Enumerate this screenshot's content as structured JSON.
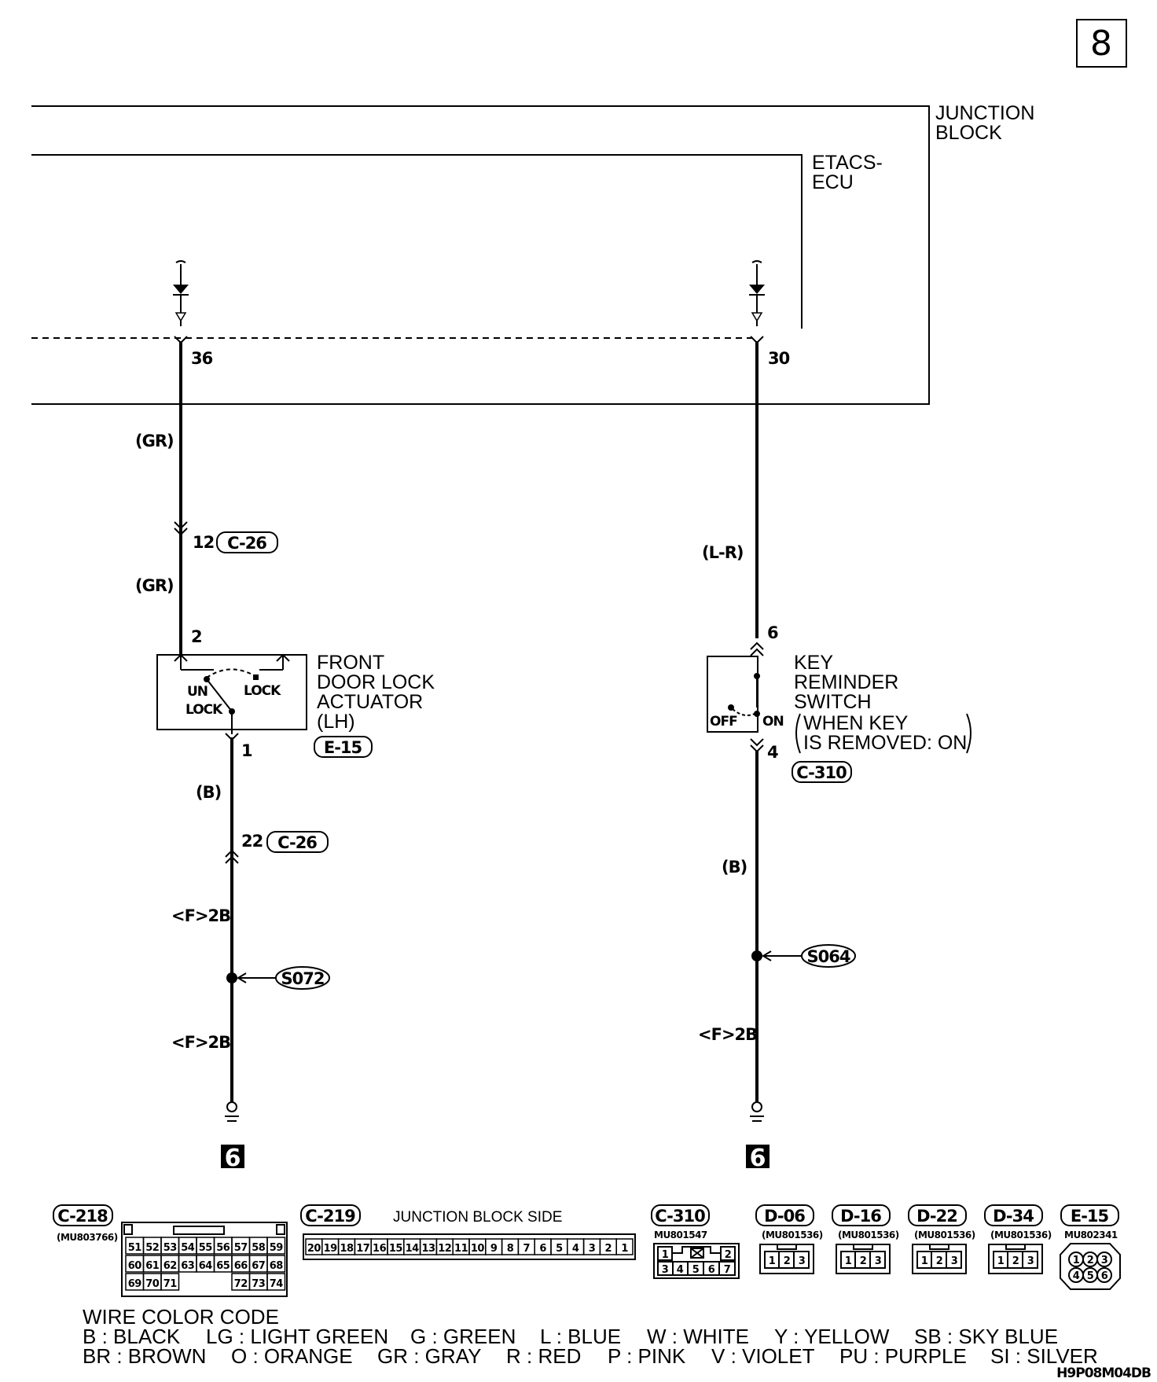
{
  "page_number": "8",
  "blocks": {
    "junction_block": [
      "JUNCTION",
      "BLOCK"
    ],
    "etacs_ecu": [
      "ETACS-",
      "ECU"
    ]
  },
  "left_circuit": {
    "ecu_pin": "36",
    "wire_color_1": "(GR)",
    "connector_pin_1": "12",
    "connector_1": "C-26",
    "wire_color_2": "(GR)",
    "actuator_pin_in": "2",
    "actuator_name": [
      "FRONT",
      "DOOR LOCK",
      "ACTUATOR",
      "(LH)"
    ],
    "actuator_connector": "E-15",
    "unlock_label": [
      "UN",
      "LOCK"
    ],
    "lock_label": "LOCK",
    "actuator_pin_out": "1",
    "wire_color_3": "(B)",
    "connector_pin_2": "22",
    "connector_2": "C-26",
    "wire_color_4": "<F>2B",
    "splice": "S072",
    "wire_color_5": "<F>2B",
    "ground": "6"
  },
  "right_circuit": {
    "ecu_pin": "30",
    "wire_color_1": "(L-R)",
    "switch_pin_in": "6",
    "switch_name": [
      "KEY",
      "REMINDER",
      "SWITCH"
    ],
    "switch_note": [
      "WHEN KEY",
      "IS REMOVED: ON"
    ],
    "off_label": "OFF",
    "on_label": "ON",
    "switch_pin_out": "4",
    "switch_connector": "C-310",
    "wire_color_2": "(B)",
    "splice": "S064",
    "wire_color_3": "<F>2B",
    "ground": "6"
  },
  "connectors": [
    {
      "id": "C-218",
      "part": "(MU803766)",
      "pins": [
        [
          "51",
          "52",
          "53",
          "54",
          "55",
          "56",
          "57",
          "58",
          "59"
        ],
        [
          "60",
          "61",
          "62",
          "63",
          "64",
          "65",
          "66",
          "67",
          "68"
        ],
        [
          "69",
          "70",
          "71",
          "",
          "",
          "",
          "72",
          "73",
          "74"
        ]
      ]
    },
    {
      "id": "C-219",
      "note": "JUNCTION BLOCK SIDE",
      "pins": [
        "20",
        "19",
        "18",
        "17",
        "16",
        "15",
        "14",
        "13",
        "12",
        "11",
        "10",
        "9",
        "8",
        "7",
        "6",
        "5",
        "4",
        "3",
        "2",
        "1"
      ]
    },
    {
      "id": "C-310",
      "part": "MU801547",
      "pins": [
        "1",
        "2",
        "3",
        "4",
        "5",
        "6",
        "7"
      ]
    },
    {
      "id": "D-06",
      "part": "(MU801536)",
      "pins": [
        "1",
        "2",
        "3"
      ]
    },
    {
      "id": "D-16",
      "part": "(MU801536)",
      "pins": [
        "1",
        "2",
        "3"
      ]
    },
    {
      "id": "D-22",
      "part": "(MU801536)",
      "pins": [
        "1",
        "2",
        "3"
      ]
    },
    {
      "id": "D-34",
      "part": "(MU801536)",
      "pins": [
        "1",
        "2",
        "3"
      ]
    },
    {
      "id": "E-15",
      "part": "MU802341",
      "pins": [
        "1",
        "2",
        "3",
        "4",
        "5",
        "6"
      ]
    }
  ],
  "wire_color_code": {
    "title": "WIRE COLOR CODE",
    "row1": [
      "B : BLACK",
      "LG : LIGHT GREEN",
      "G : GREEN",
      "L : BLUE",
      "W : WHITE",
      "Y : YELLOW",
      "SB : SKY BLUE"
    ],
    "row2": [
      "BR : BROWN",
      "O : ORANGE",
      "GR : GRAY",
      "R : RED",
      "P : PINK",
      "V : VIOLET",
      "PU : PURPLE",
      "SI : SILVER"
    ]
  },
  "figure_code": "H9P08M04DB"
}
